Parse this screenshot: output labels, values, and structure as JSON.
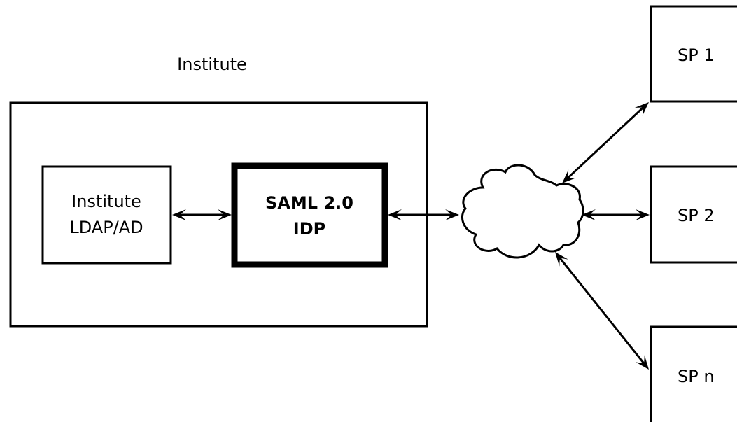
{
  "institute_title": "Institute",
  "ldap": {
    "line1": "Institute",
    "line2": "LDAP/AD"
  },
  "idp": {
    "line1": "SAML 2.0",
    "line2": "IDP"
  },
  "service_providers": [
    {
      "label": "SP 1"
    },
    {
      "label": "SP 2"
    },
    {
      "label": "SP n"
    }
  ],
  "network_icon": "cloud-icon"
}
